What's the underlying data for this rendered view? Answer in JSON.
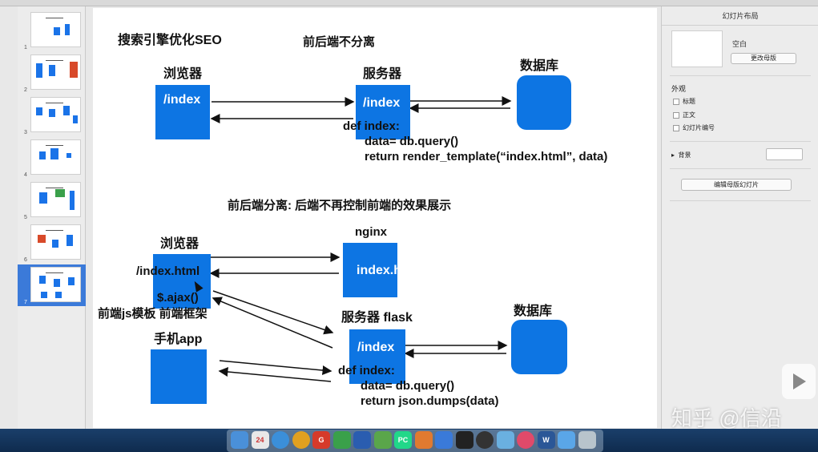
{
  "slide": {
    "top_title": "搜索引擎优化SEO",
    "top_subtitle": "前后端不分离",
    "browser_label": "浏览器",
    "browser_box": "/index",
    "server_label": "服务器",
    "server_box": "/index",
    "db_label": "数据库",
    "code1_line1": "def index:",
    "code1_line2": "data= db.query()",
    "code1_line3": "return render_template(“index.html”, data)",
    "bottom_subtitle": "前后端分离: 后端不再控制前端的效果展示",
    "browser2_label": "浏览器",
    "browser2_line1": "/index.html",
    "browser2_line2": "$.ajax()",
    "frontend_label": "前端js模板  前端框架",
    "nginx_label": "nginx",
    "nginx_box": "index.html",
    "flask_label": "服务器 flask",
    "flask_box": "/index",
    "db2_label": "数据库",
    "app_label": "手机app",
    "code2_line1": "def index:",
    "code2_line2": "data= db.query()",
    "code2_line3": "return json.dumps(data)"
  },
  "thumbnails": [
    {
      "num": "1"
    },
    {
      "num": "2"
    },
    {
      "num": "3"
    },
    {
      "num": "4"
    },
    {
      "num": "5"
    },
    {
      "num": "6"
    },
    {
      "num": "7",
      "selected": true
    }
  ],
  "inspector": {
    "title": "幻灯片布局",
    "layout_name": "空白",
    "change_master": "更改母版",
    "appearance": "外观",
    "opt_title": "标题",
    "opt_body": "正文",
    "opt_number": "幻灯片编号",
    "background": "背景",
    "edit_master": "编辑母版幻灯片"
  },
  "watermark": "知乎 @信沿",
  "dock": [
    {
      "name": "finder-icon",
      "color": "#4a90d9"
    },
    {
      "name": "calendar-icon",
      "color": "#e8e8e8",
      "text": "24"
    },
    {
      "name": "safari-icon",
      "color": "#3b8fd9"
    },
    {
      "name": "chrome-icon",
      "color": "#e0a020"
    },
    {
      "name": "app-icon-g",
      "color": "#d63a2a",
      "text": "G"
    },
    {
      "name": "evernote-icon",
      "color": "#3aa04a"
    },
    {
      "name": "app-icon-blue",
      "color": "#2a5db0"
    },
    {
      "name": "app-icon-green",
      "color": "#5aa64a"
    },
    {
      "name": "pycharm-icon",
      "color": "#21d789",
      "text": "PC"
    },
    {
      "name": "app-icon-orange",
      "color": "#e07a30"
    },
    {
      "name": "keynote-icon",
      "color": "#3a7ad9"
    },
    {
      "name": "terminal-icon",
      "color": "#222"
    },
    {
      "name": "obs-icon",
      "color": "#333"
    },
    {
      "name": "app-icon-cloud",
      "color": "#6ab0e0"
    },
    {
      "name": "music-icon",
      "color": "#e04a6a"
    },
    {
      "name": "word-icon",
      "color": "#2b5797",
      "text": "W"
    },
    {
      "name": "folder-icon",
      "color": "#5aa6e8"
    },
    {
      "name": "trash-icon",
      "color": "#b8c4cc"
    }
  ]
}
